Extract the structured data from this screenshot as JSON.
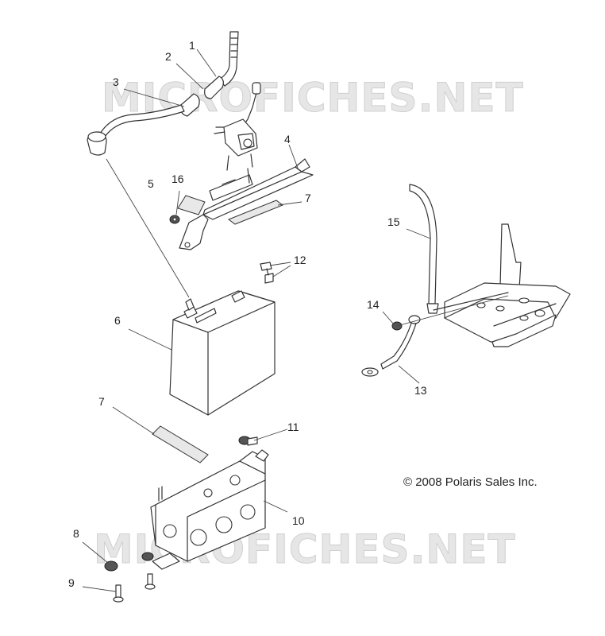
{
  "watermark": {
    "text": "MICROFICHES.NET"
  },
  "copyright": "© 2008 Polaris Sales Inc.",
  "callouts": {
    "c1": "1",
    "c2": "2",
    "c3": "3",
    "c4": "4",
    "c5": "5",
    "c6": "6",
    "c7a": "7",
    "c7b": "7",
    "c8": "8",
    "c9": "9",
    "c10": "10",
    "c11": "11",
    "c12": "12",
    "c13": "13",
    "c14": "14",
    "c15": "15",
    "c16": "16"
  }
}
